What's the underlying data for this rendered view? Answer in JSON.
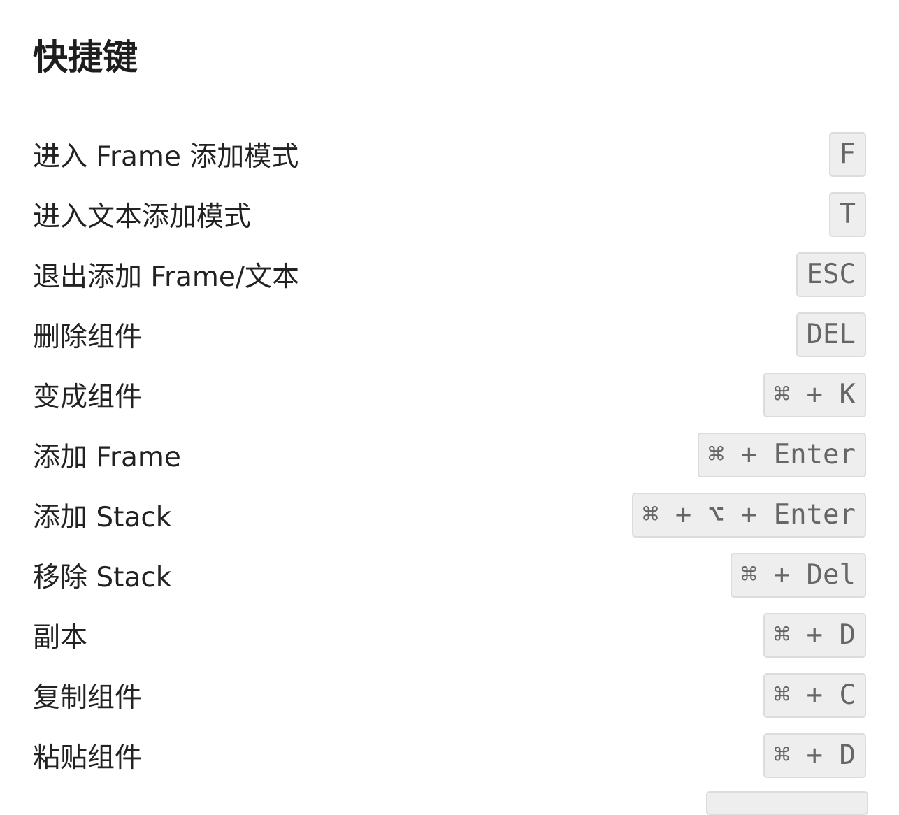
{
  "title": "快捷键",
  "shortcuts": [
    {
      "label": "进入 Frame 添加模式",
      "key": "F"
    },
    {
      "label": "进入文本添加模式",
      "key": "T"
    },
    {
      "label": "退出添加 Frame/文本",
      "key": "ESC"
    },
    {
      "label": "删除组件",
      "key": "DEL"
    },
    {
      "label": "变成组件",
      "key": "⌘ + K"
    },
    {
      "label": "添加 Frame",
      "key": "⌘ + Enter"
    },
    {
      "label": "添加 Stack",
      "key": "⌘ + ⌥ + Enter"
    },
    {
      "label": "移除 Stack",
      "key": "⌘ + Del"
    },
    {
      "label": "副本",
      "key": "⌘ + D"
    },
    {
      "label": "复制组件",
      "key": "⌘ + C"
    },
    {
      "label": "粘贴组件",
      "key": "⌘ + D"
    }
  ]
}
